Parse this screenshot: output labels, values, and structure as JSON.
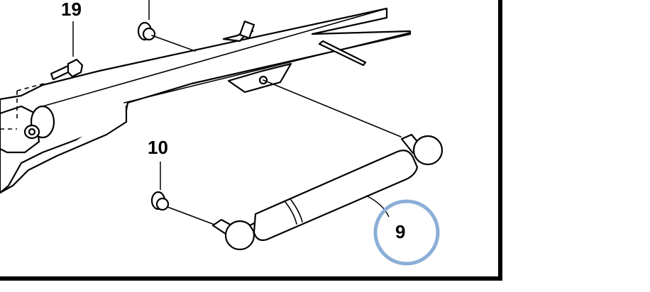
{
  "callouts": {
    "bolt": "19",
    "nut": "10",
    "strut": "9"
  },
  "highlight": {
    "target": "9",
    "color": "#8aaed6"
  },
  "colors": {
    "ink": "#000000",
    "paper": "#ffffff",
    "frame": "#000000"
  }
}
